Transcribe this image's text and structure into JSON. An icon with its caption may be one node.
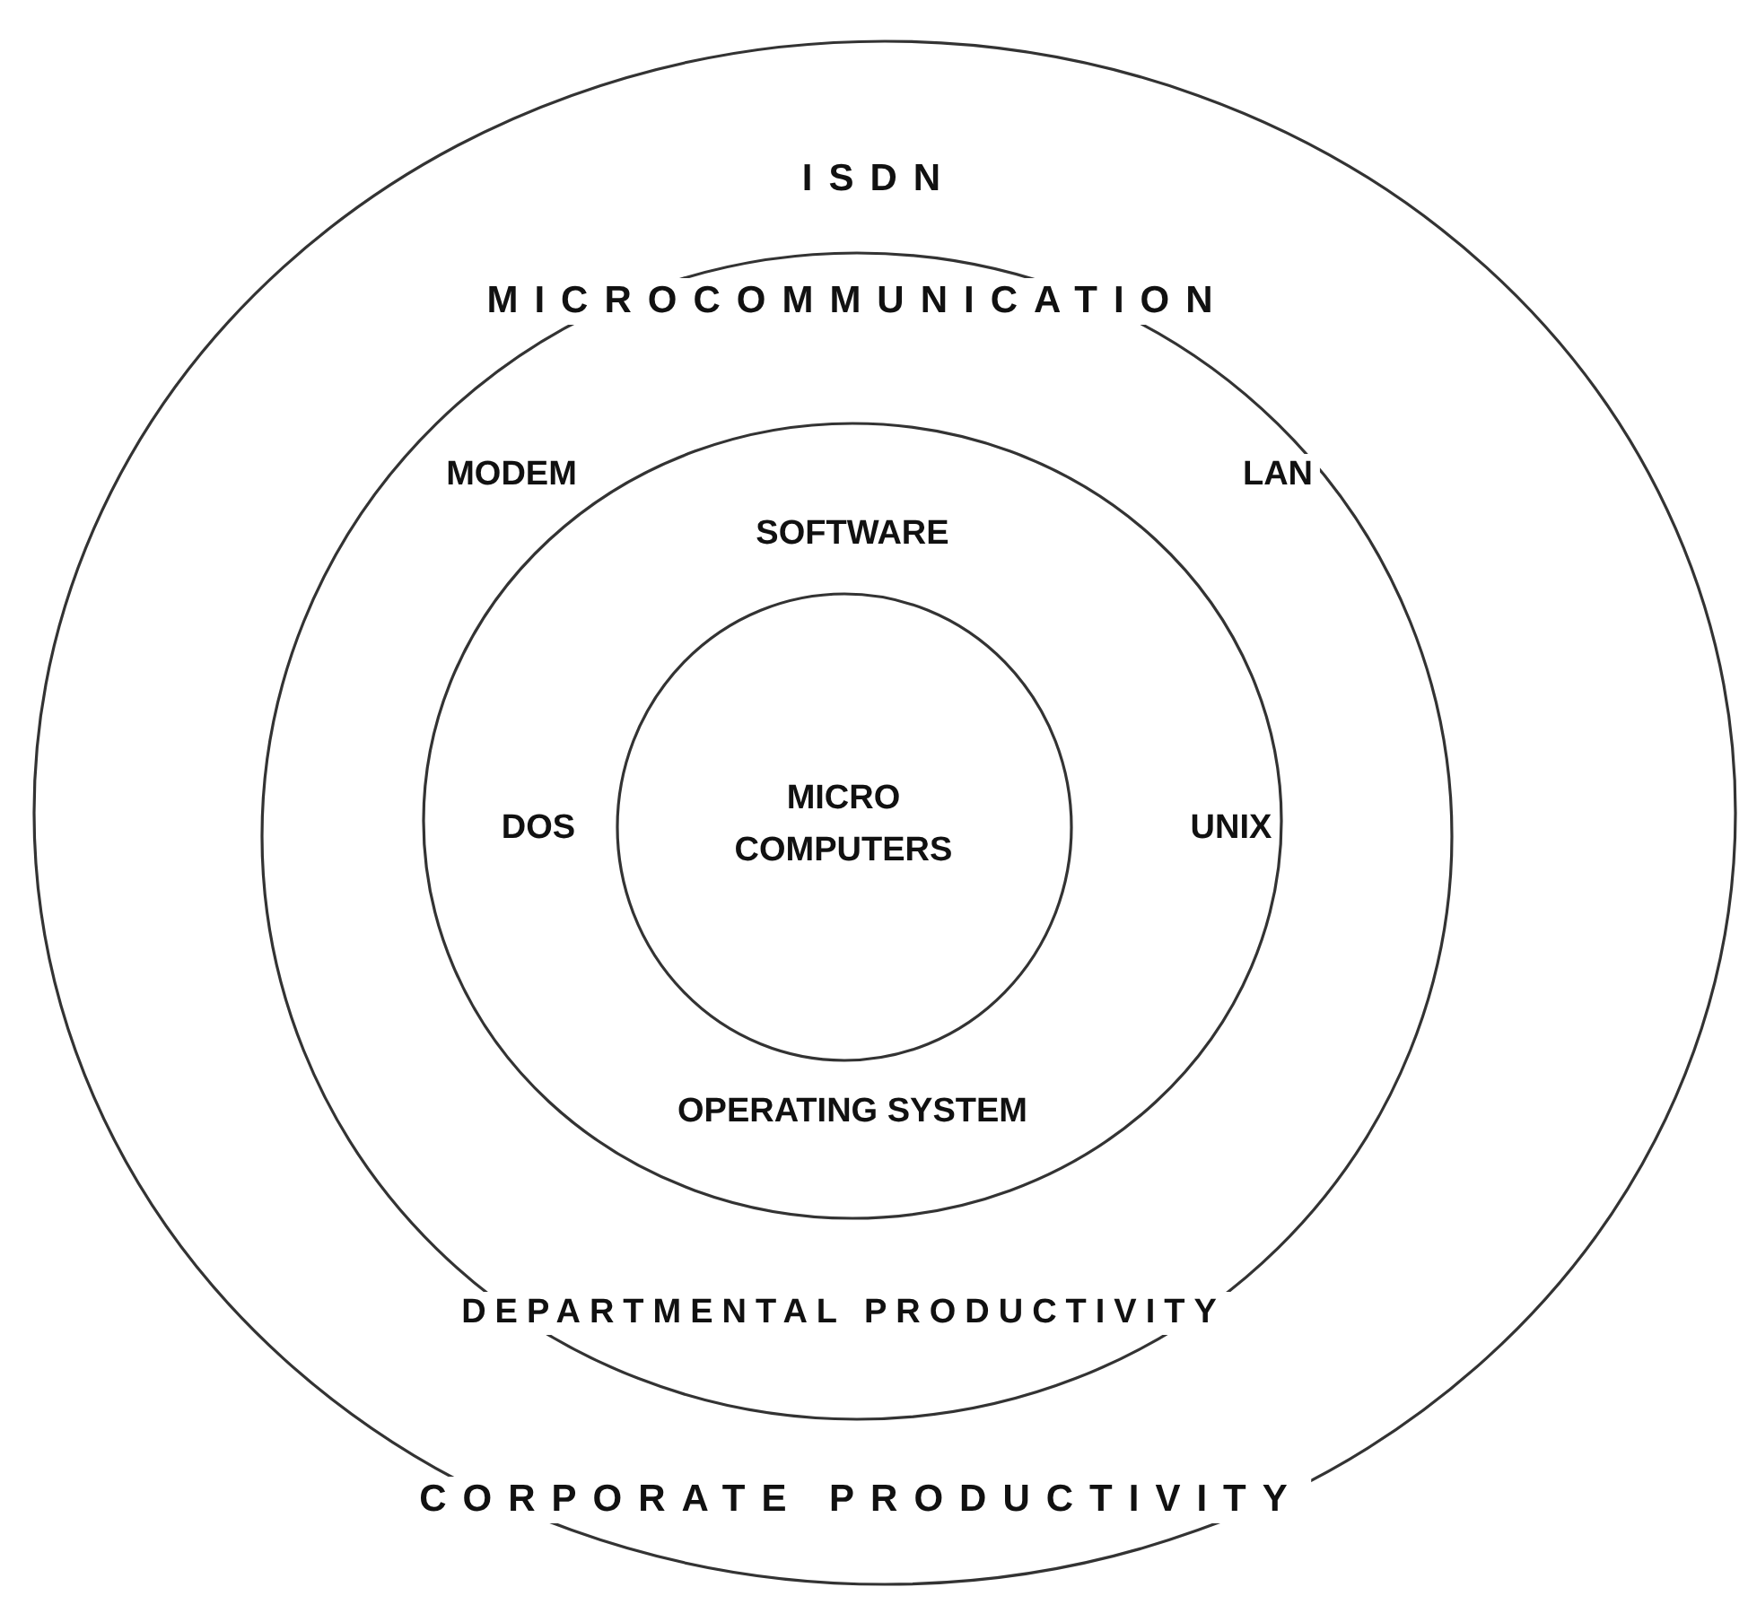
{
  "diagram": {
    "nodes": [
      {
        "text": [
          "ISDN",
          "CORPORATE PRODUCTIVITY"
        ]
      },
      {
        "text": [
          "MICROCOMMUNICATION",
          "MODEM",
          "LAN",
          "DEPARTMENTAL PRODUCTIVITY"
        ],
        "in": 0
      },
      {
        "text": [
          "SOFTWARE",
          "DOS",
          "UNIX",
          "OPERATING SYSTEM"
        ],
        "in": 1
      },
      {
        "text": [
          "MICRO COMPUTERS"
        ],
        "in": 2
      }
    ]
  }
}
